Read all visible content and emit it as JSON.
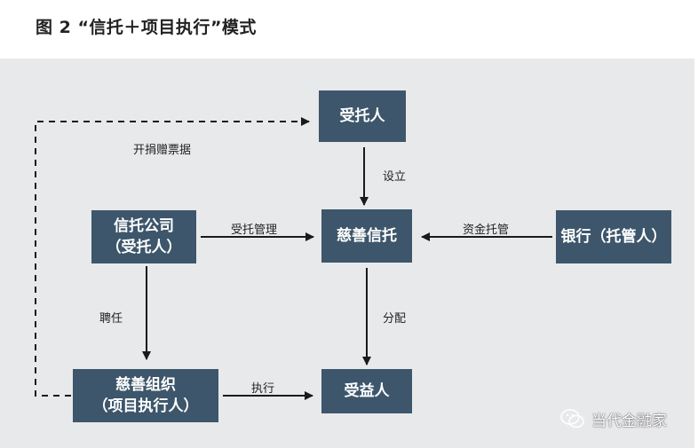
{
  "title": "图 2 “信托＋项目执行”模式",
  "nodes": {
    "settlor": "受托人",
    "charity_trust": "慈善信托",
    "trust_company": [
      "信托公司",
      "（受托人）"
    ],
    "bank": "银行（托管人）",
    "charity_org": [
      "慈善组织",
      "（项目执行人）"
    ],
    "beneficiary": "受益人"
  },
  "edges": {
    "donation_receipt": "开捐赠票据",
    "establish": "设立",
    "trust_management": "受托管理",
    "fund_custody": "资金托管",
    "engage": "聘任",
    "distribute": "分配",
    "execute": "执行"
  },
  "watermark": "当代金融家",
  "colors": {
    "box": "#3d566b",
    "panel": "#e8e9eb",
    "arrow": "#1a1a1a"
  }
}
